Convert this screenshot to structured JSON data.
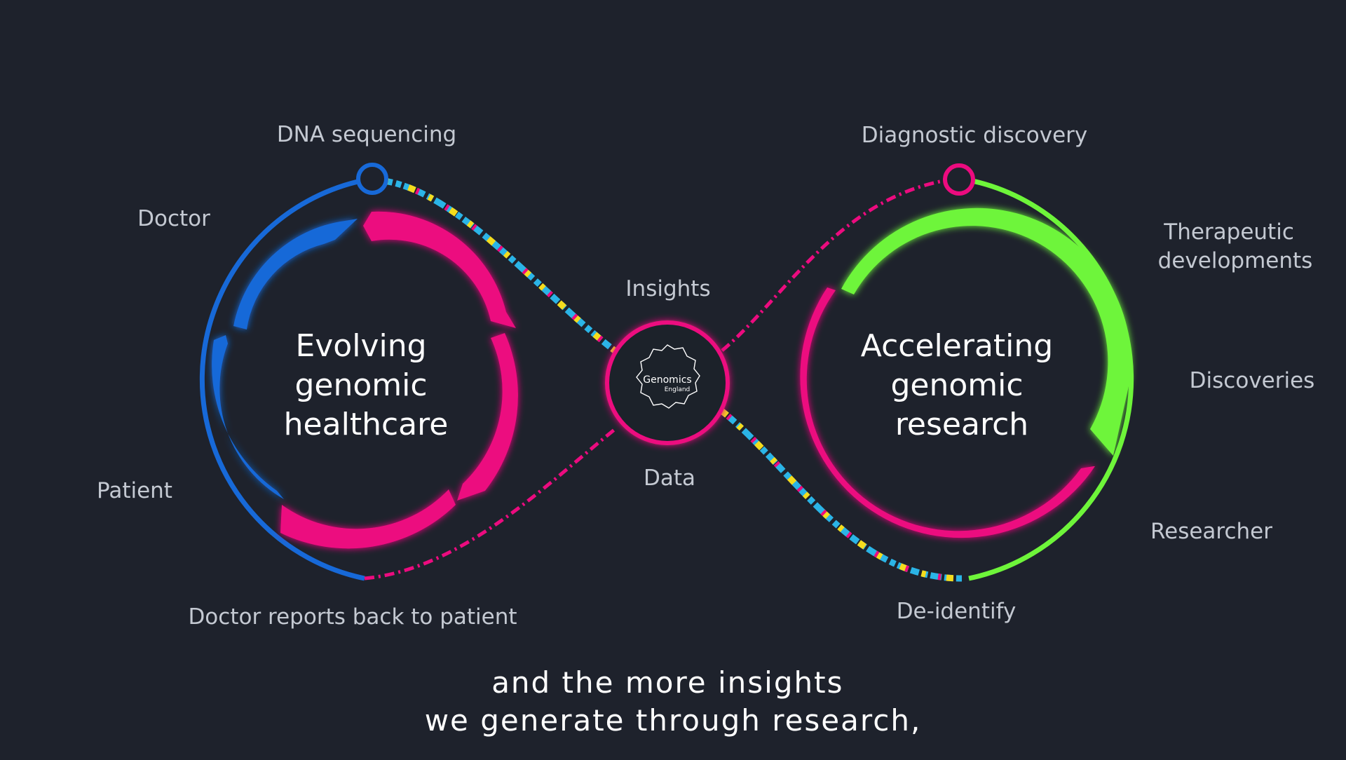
{
  "colors": {
    "background": "#1e222c",
    "blue": "#1769d8",
    "magenta": "#ec0b7f",
    "green": "#6ef53a",
    "cyan": "#2bb4e6",
    "yellow": "#f4dc1d",
    "label_text": "#c4c9d2",
    "caption_text": "#ffffff"
  },
  "left_cycle": {
    "title_lines": [
      "Evolving",
      "genomic",
      "healthcare"
    ],
    "labels": {
      "top": "DNA sequencing",
      "upper_left": "Doctor",
      "lower_left": "Patient",
      "bottom": "Doctor reports back to patient"
    }
  },
  "right_cycle": {
    "title_lines": [
      "Accelerating",
      "genomic",
      "research"
    ],
    "labels": {
      "top": "Diagnostic discovery",
      "upper_right": "Therapeutic developments",
      "right": "Discoveries",
      "lower_right": "Researcher",
      "bottom": "De-identify"
    }
  },
  "hub": {
    "label_top": "Insights",
    "label_bottom": "Data",
    "logo_name": "Genomics",
    "logo_sub": "England"
  },
  "caption": {
    "line1": "and the more insights",
    "line2": "we generate through research,"
  }
}
